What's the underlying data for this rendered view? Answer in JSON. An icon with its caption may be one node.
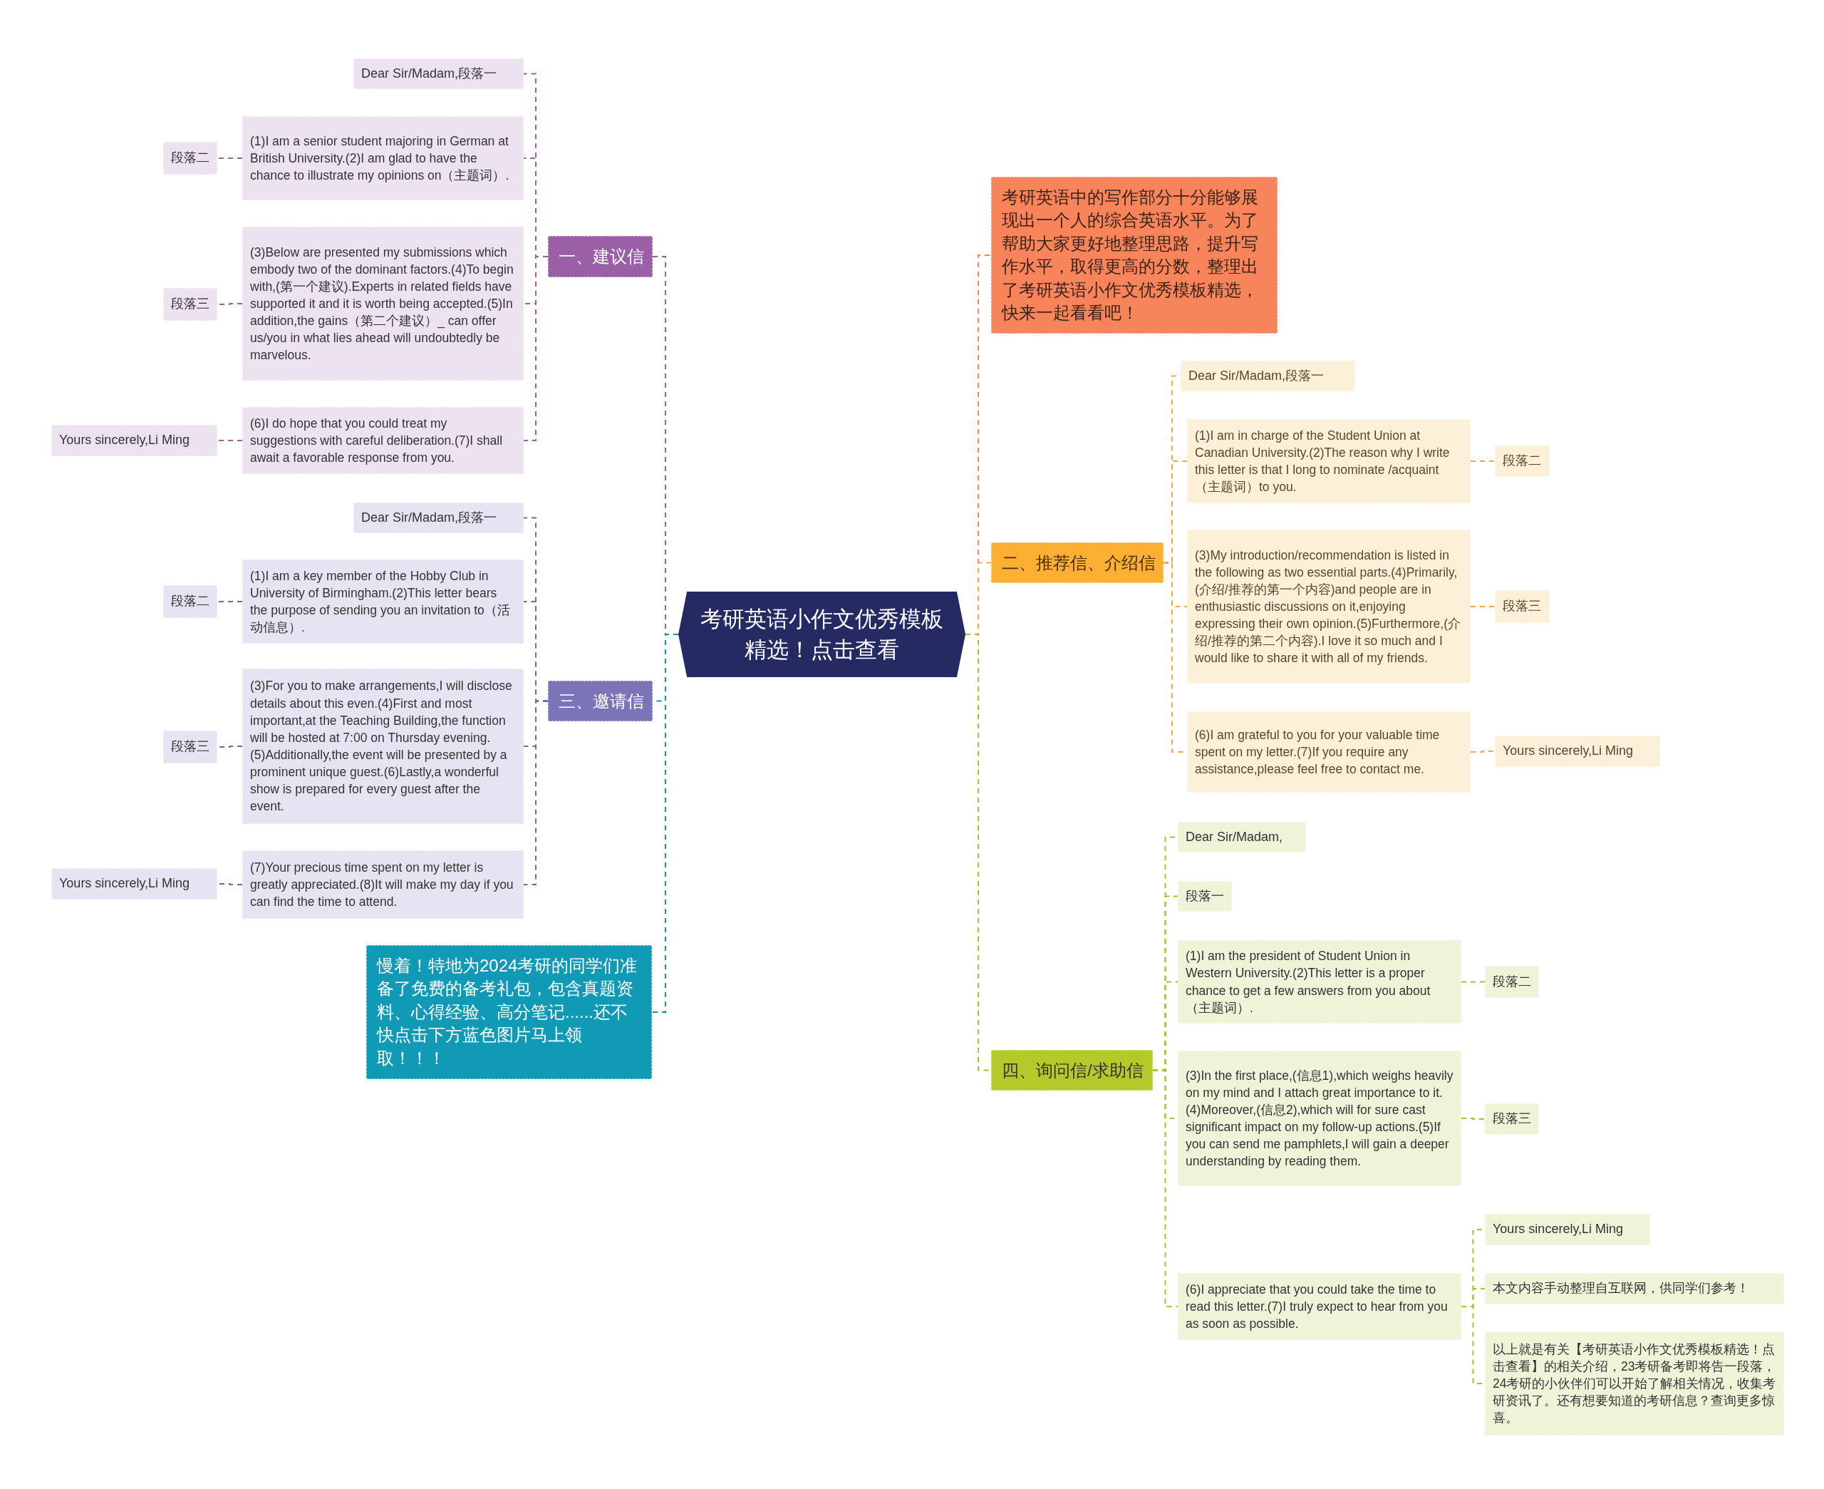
{
  "diagram": {
    "nodes": [
      {
        "text": [
          "考研英语小作文优秀模板精选！点击查看"
        ]
      },
      {
        "text": [
          "一、建议信"
        ]
      },
      {
        "text": [
          "Dear Sir/Madam,段落一"
        ]
      },
      {
        "text": [
          "(1)I am a senior student majoring in German at British University.(2)I am glad to have the chance to illustrate my opinions on（主题词）."
        ]
      },
      {
        "text": [
          "段落二"
        ]
      },
      {
        "text": [
          "(3)Below are presented my submissions which embody two of the dominant factors.(4)To begin with,(第一个建议).Experts in related fields have supported it and it is worth being accepted.(5)In addition,the gains（第二个建议）_ can offer us/you in what lies ahead will undoubtedly be marvelous."
        ]
      },
      {
        "text": [
          "段落三"
        ]
      },
      {
        "text": [
          "(6)I do hope that you could treat my suggestions with careful deliberation.(7)I shall await a favorable response from you."
        ]
      },
      {
        "text": [
          "Yours sincerely,Li Ming"
        ]
      },
      {
        "text": [
          "三、邀请信"
        ]
      },
      {
        "text": [
          "Dear Sir/Madam,段落一"
        ]
      },
      {
        "text": [
          "(1)I am a key member of the Hobby Club in University of Birmingham.(2)This letter bears the purpose of sending you an invitation to（活动信息）."
        ]
      },
      {
        "text": [
          "段落二"
        ]
      },
      {
        "text": [
          "(3)For you to make arrangements,I will disclose details about this even.(4)First and most important,at the Teaching Building,the function will be hosted at 7:00 on Thursday evening.(5)Additionally,the event will be presented by a prominent unique guest.(6)Lastly,a wonderful show is prepared for every guest after the event."
        ]
      },
      {
        "text": [
          "段落三"
        ]
      },
      {
        "text": [
          "(7)Your precious time spent on my letter is greatly appreciated.(8)It will make my day if you can find the time to attend."
        ]
      },
      {
        "text": [
          "Yours sincerely,Li Ming"
        ]
      },
      {
        "text": [
          "慢着！特地为2024考研的同学们准备了免费的备考礼包，包含真题资料、心得经验、高分笔记......还不快点击下方蓝色图片马上领取！！！"
        ]
      },
      {
        "text": [
          "考研英语中的写作部分十分能够展现出一个人的综合英语水平。为了帮助大家更好地整理思路，提升写作水平，取得更高的分数，整理出了考研英语小作文优秀模板精选，快来一起看看吧！"
        ]
      },
      {
        "text": [
          "二、推荐信、介绍信"
        ]
      },
      {
        "text": [
          "Dear Sir/Madam,段落一"
        ]
      },
      {
        "text": [
          "(1)I am in charge of the Student Union at Canadian University.(2)The reason why I write this letter is that I long to nominate /acquaint（主题词）to you."
        ]
      },
      {
        "text": [
          "段落二"
        ]
      },
      {
        "text": [
          "(3)My introduction/recommendation is listed in the following as two essential parts.(4)Primarily,(介绍/推荐的第一个内容)and people are in enthusiastic discussions on it,enjoying expressing their own opinion.(5)Furthermore,(介绍/推荐的第二个内容).I love it so much and I would like to share it with all of my friends."
        ]
      },
      {
        "text": [
          "段落三"
        ]
      },
      {
        "text": [
          "(6)I am grateful to you for your valuable time spent on my letter.(7)If you require any assistance,please feel free to contact me."
        ]
      },
      {
        "text": [
          "Yours sincerely,Li Ming"
        ]
      },
      {
        "text": [
          "四、询问信/求助信"
        ]
      },
      {
        "text": [
          "Dear Sir/Madam,"
        ]
      },
      {
        "text": [
          "段落一"
        ]
      },
      {
        "text": [
          "(1)I am the president of Student Union in Western University.(2)This letter is a proper chance to get a few answers from you about（主题词）."
        ]
      },
      {
        "text": [
          "段落二"
        ]
      },
      {
        "text": [
          "(3)In the first place,(信息1),which weighs heavily on my mind and I attach great importance to it.(4)Moreover,(信息2),which will for sure cast significant impact on my follow-up actions.(5)If you can send me pamphlets,I will gain a deeper understanding by reading them."
        ]
      },
      {
        "text": [
          "段落三"
        ]
      },
      {
        "text": [
          "(6)I appreciate that you could take the time to read this letter.(7)I truly expect to hear from you as soon as possible."
        ]
      },
      {
        "text": [
          "Yours sincerely,Li Ming"
        ]
      },
      {
        "text": [
          "本文内容手动整理自互联网，供同学们参考！"
        ]
      },
      {
        "text": [
          "以上就是有关【考研英语小作文优秀模板精选！点击查看】的相关介绍，23考研备考即将告一段落，24考研的小伙伴们可以开始了解相关情况，收集考研资讯了。还有想要知道的考研信息？查询更多惊喜。"
        ]
      }
    ],
    "edges": [
      {
        "from": 0,
        "to": 1,
        "arrow": "none",
        "style": "dashed",
        "color": "#9b5fa8"
      },
      {
        "from": 0,
        "to": 9,
        "arrow": "none",
        "style": "dashed",
        "color": "#1a8fb0"
      },
      {
        "from": 0,
        "to": 17,
        "arrow": "none",
        "style": "dashed",
        "color": "#1a8fb0"
      },
      {
        "from": 0,
        "to": 18,
        "arrow": "none",
        "style": "dashed",
        "color": "#f7845a"
      },
      {
        "from": 0,
        "to": 19,
        "arrow": "none",
        "style": "dashed",
        "color": "#f3a73a"
      },
      {
        "from": 0,
        "to": 27,
        "arrow": "none",
        "style": "dashed",
        "color": "#a9c02a"
      },
      {
        "from": 1,
        "to": 2,
        "arrow": "none",
        "style": "dashed",
        "color": "#9b5fa8"
      },
      {
        "from": 1,
        "to": 3,
        "arrow": "none",
        "style": "dashed",
        "color": "#9b5fa8"
      },
      {
        "from": 3,
        "to": 4,
        "arrow": "none",
        "style": "dashed",
        "color": "#9b5fa8"
      },
      {
        "from": 1,
        "to": 5,
        "arrow": "none",
        "style": "dashed",
        "color": "#9b5fa8"
      },
      {
        "from": 5,
        "to": 6,
        "arrow": "none",
        "style": "dashed",
        "color": "#9b5fa8"
      },
      {
        "from": 1,
        "to": 7,
        "arrow": "none",
        "style": "dashed",
        "color": "#9b5fa8"
      },
      {
        "from": 7,
        "to": 8,
        "arrow": "none",
        "style": "dashed",
        "color": "#9b5fa8"
      },
      {
        "from": 9,
        "to": 10,
        "arrow": "none",
        "style": "dashed",
        "color": "#6d6aa8"
      },
      {
        "from": 9,
        "to": 11,
        "arrow": "none",
        "style": "dashed",
        "color": "#6d6aa8"
      },
      {
        "from": 11,
        "to": 12,
        "arrow": "none",
        "style": "dashed",
        "color": "#6d6aa8"
      },
      {
        "from": 9,
        "to": 13,
        "arrow": "none",
        "style": "dashed",
        "color": "#6d6aa8"
      },
      {
        "from": 13,
        "to": 14,
        "arrow": "none",
        "style": "dashed",
        "color": "#6d6aa8"
      },
      {
        "from": 9,
        "to": 15,
        "arrow": "none",
        "style": "dashed",
        "color": "#6d6aa8"
      },
      {
        "from": 15,
        "to": 16,
        "arrow": "none",
        "style": "dashed",
        "color": "#6d6aa8"
      },
      {
        "from": 19,
        "to": 20,
        "arrow": "none",
        "style": "dashed",
        "color": "#f3a73a"
      },
      {
        "from": 19,
        "to": 21,
        "arrow": "none",
        "style": "dashed",
        "color": "#f3a73a"
      },
      {
        "from": 21,
        "to": 22,
        "arrow": "none",
        "style": "dashed",
        "color": "#f3a73a"
      },
      {
        "from": 19,
        "to": 23,
        "arrow": "none",
        "style": "dashed",
        "color": "#f3a73a"
      },
      {
        "from": 23,
        "to": 24,
        "arrow": "none",
        "style": "dashed",
        "color": "#f3a73a"
      },
      {
        "from": 19,
        "to": 25,
        "arrow": "none",
        "style": "dashed",
        "color": "#f3a73a"
      },
      {
        "from": 25,
        "to": 26,
        "arrow": "none",
        "style": "dashed",
        "color": "#f3a73a"
      },
      {
        "from": 27,
        "to": 28,
        "arrow": "none",
        "style": "dashed",
        "color": "#a9c02a"
      },
      {
        "from": 27,
        "to": 29,
        "arrow": "none",
        "style": "dashed",
        "color": "#a9c02a"
      },
      {
        "from": 27,
        "to": 30,
        "arrow": "none",
        "style": "dashed",
        "color": "#a9c02a"
      },
      {
        "from": 30,
        "to": 31,
        "arrow": "none",
        "style": "dashed",
        "color": "#a9c02a"
      },
      {
        "from": 27,
        "to": 32,
        "arrow": "none",
        "style": "dashed",
        "color": "#a9c02a"
      },
      {
        "from": 32,
        "to": 33,
        "arrow": "none",
        "style": "dashed",
        "color": "#a9c02a"
      },
      {
        "from": 27,
        "to": 34,
        "arrow": "none",
        "style": "dashed",
        "color": "#a9c02a"
      },
      {
        "from": 34,
        "to": 35,
        "arrow": "none",
        "style": "dashed",
        "color": "#a9c02a"
      },
      {
        "from": 34,
        "to": 36,
        "arrow": "none",
        "style": "dashed",
        "color": "#a9c02a"
      },
      {
        "from": 34,
        "to": 37,
        "arrow": "none",
        "style": "dashed",
        "color": "#a9c02a"
      }
    ]
  }
}
